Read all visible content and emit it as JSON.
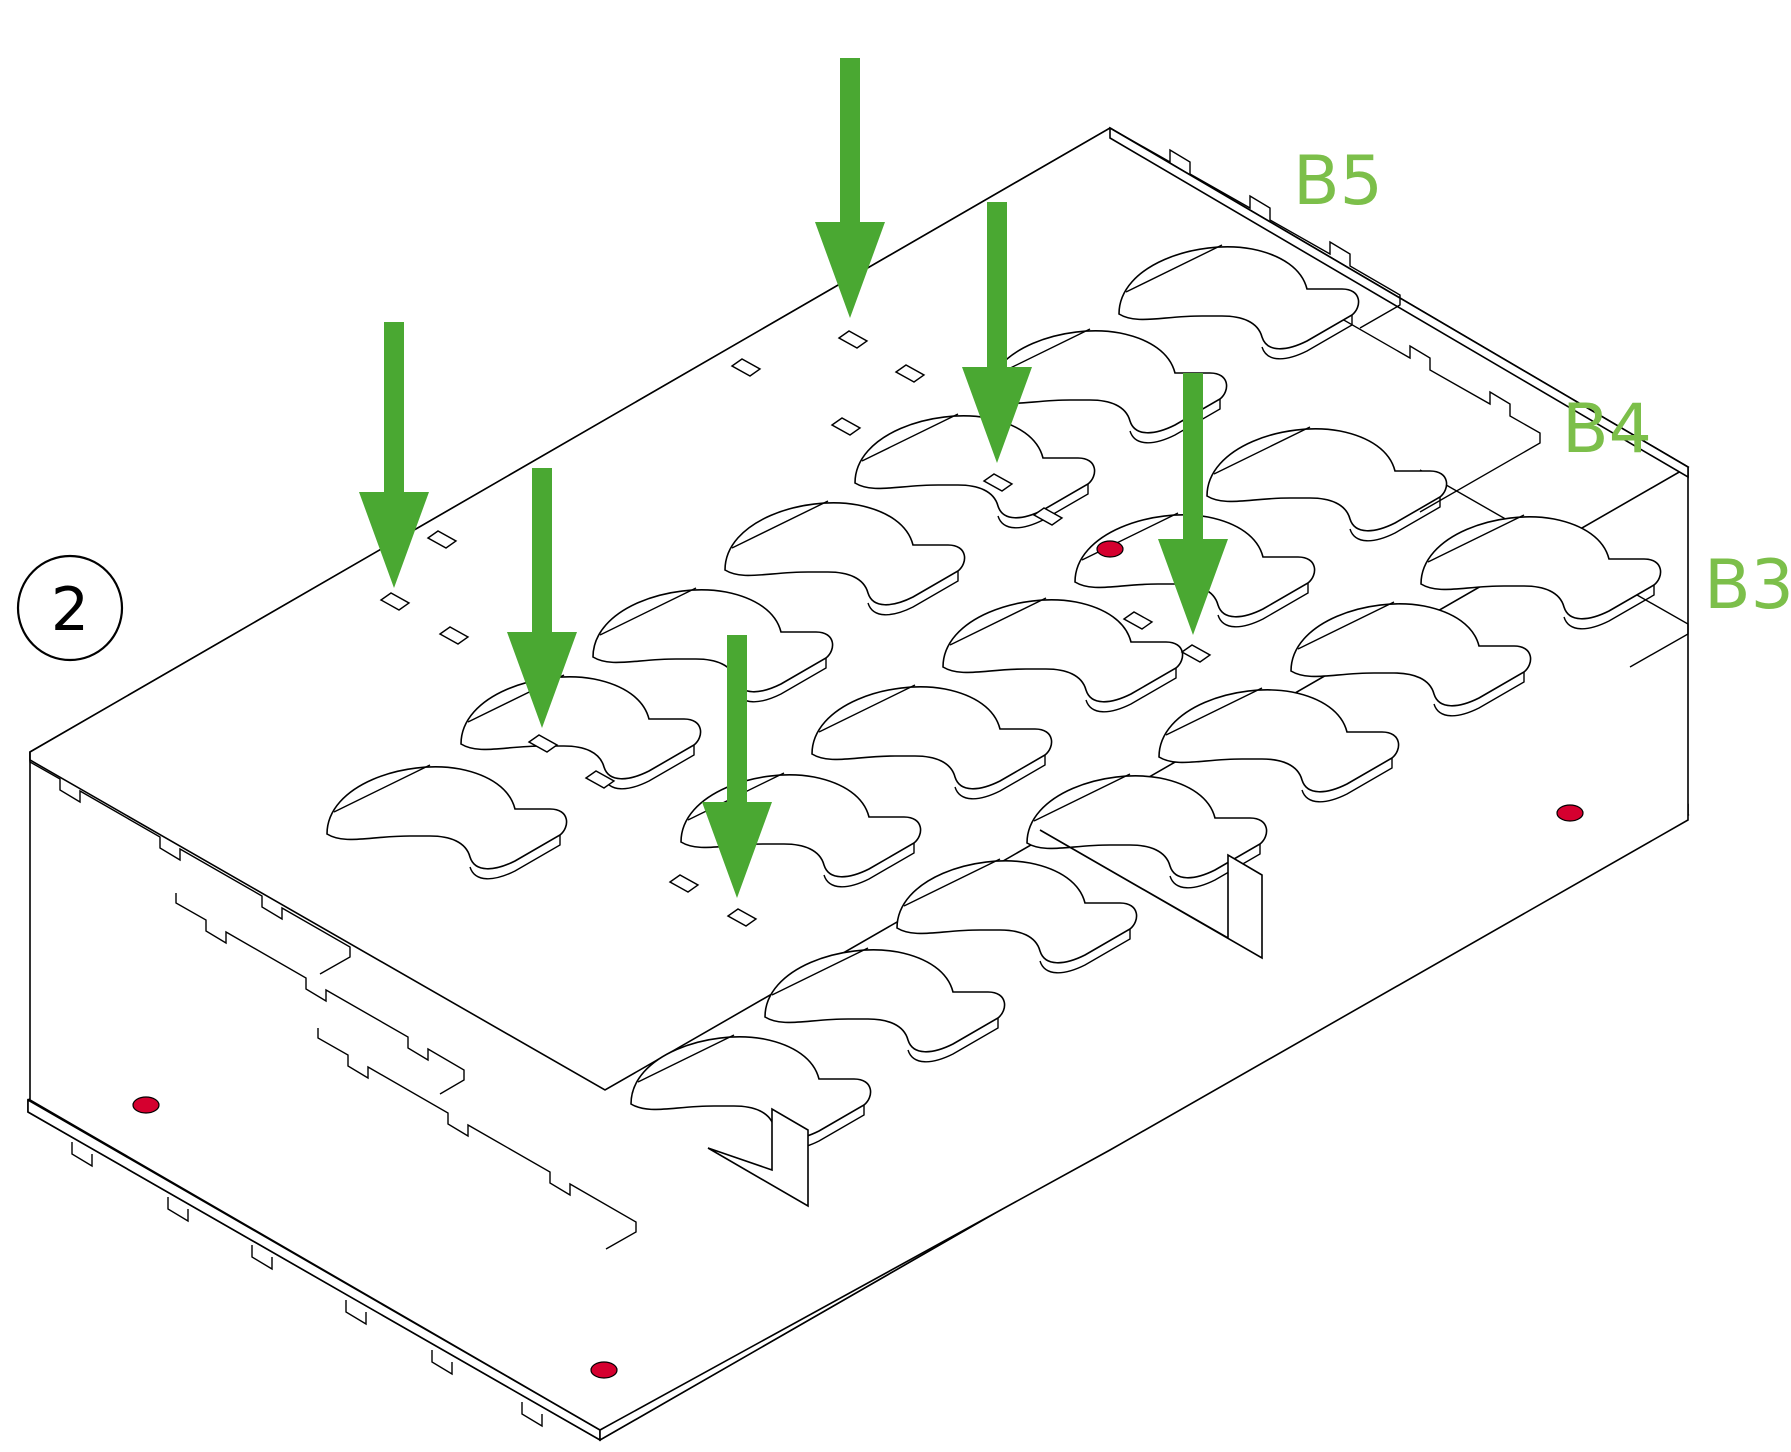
{
  "step": {
    "number": "2"
  },
  "part_labels": [
    {
      "id": "b5",
      "text": "B5"
    },
    {
      "id": "b4",
      "text": "B4"
    },
    {
      "id": "b3",
      "text": "B3"
    }
  ],
  "colors": {
    "arrow": "#4aa832",
    "label": "#7cbf4a",
    "marker": "#d5002f",
    "line": "#000000",
    "background": "#ffffff"
  },
  "icons": {
    "arrow": "down-arrow-icon",
    "marker": "red-dot-marker",
    "step": "circled-number"
  }
}
